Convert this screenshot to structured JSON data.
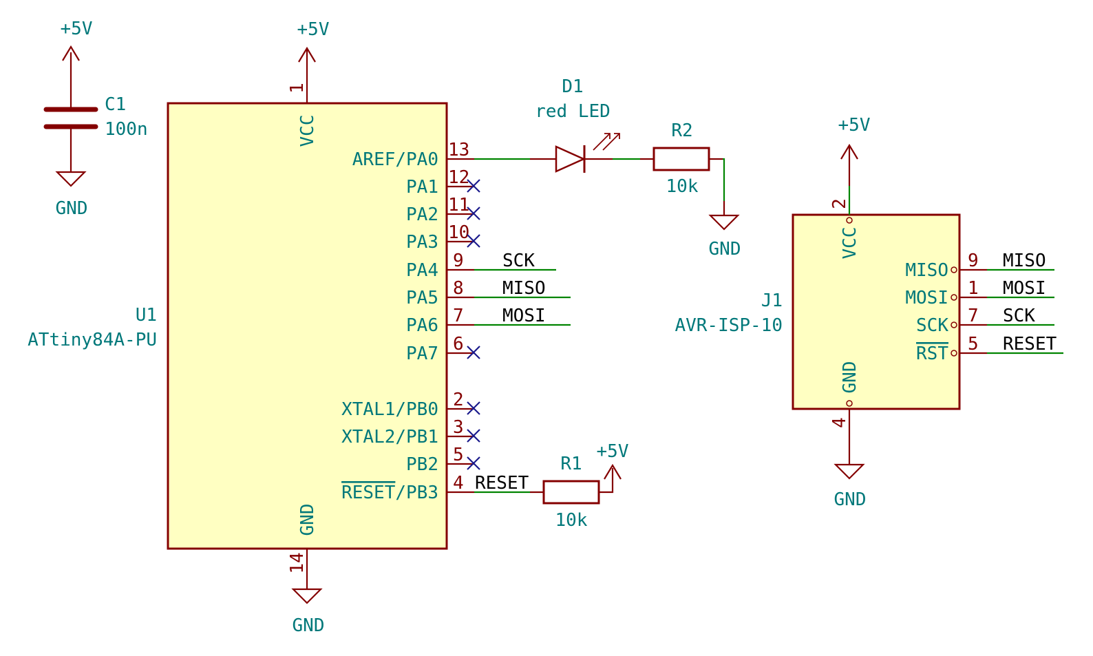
{
  "power": {
    "vcc": "+5V",
    "gnd": "GND"
  },
  "c1": {
    "ref": "C1",
    "value": "100n"
  },
  "d1": {
    "ref": "D1",
    "value": "red LED"
  },
  "r2": {
    "ref": "R2",
    "value": "10k"
  },
  "r1": {
    "ref": "R1",
    "value": "10k"
  },
  "u1": {
    "ref": "U1",
    "value": "ATtiny84A-PU",
    "vcc_name": "VCC",
    "vcc_num": "1",
    "gnd_name": "GND",
    "gnd_num": "14",
    "pins": [
      {
        "num": "13",
        "name": "AREF/PA0"
      },
      {
        "num": "12",
        "name": "PA1"
      },
      {
        "num": "11",
        "name": "PA2"
      },
      {
        "num": "10",
        "name": "PA3"
      },
      {
        "num": "9",
        "name": "PA4"
      },
      {
        "num": "8",
        "name": "PA5"
      },
      {
        "num": "7",
        "name": "PA6"
      },
      {
        "num": "6",
        "name": "PA7"
      },
      {
        "num": "2",
        "name": "XTAL1/PB0"
      },
      {
        "num": "3",
        "name": "XTAL2/PB1"
      },
      {
        "num": "5",
        "name": "PB2"
      },
      {
        "num": "4",
        "name": "/PB3",
        "name_overbar": "RESET"
      }
    ]
  },
  "j1": {
    "ref": "J1",
    "value": "AVR-ISP-10",
    "vcc_name": "VCC",
    "vcc_num": "2",
    "gnd_name": "GND",
    "gnd_num": "4",
    "pins": [
      {
        "num": "9",
        "name": "MISO"
      },
      {
        "num": "1",
        "name": "MOSI"
      },
      {
        "num": "7",
        "name": "SCK"
      },
      {
        "num": "5",
        "name": "RST"
      }
    ]
  },
  "nets": {
    "sck": "SCK",
    "miso": "MISO",
    "mosi": "MOSI",
    "reset": "RESET"
  }
}
